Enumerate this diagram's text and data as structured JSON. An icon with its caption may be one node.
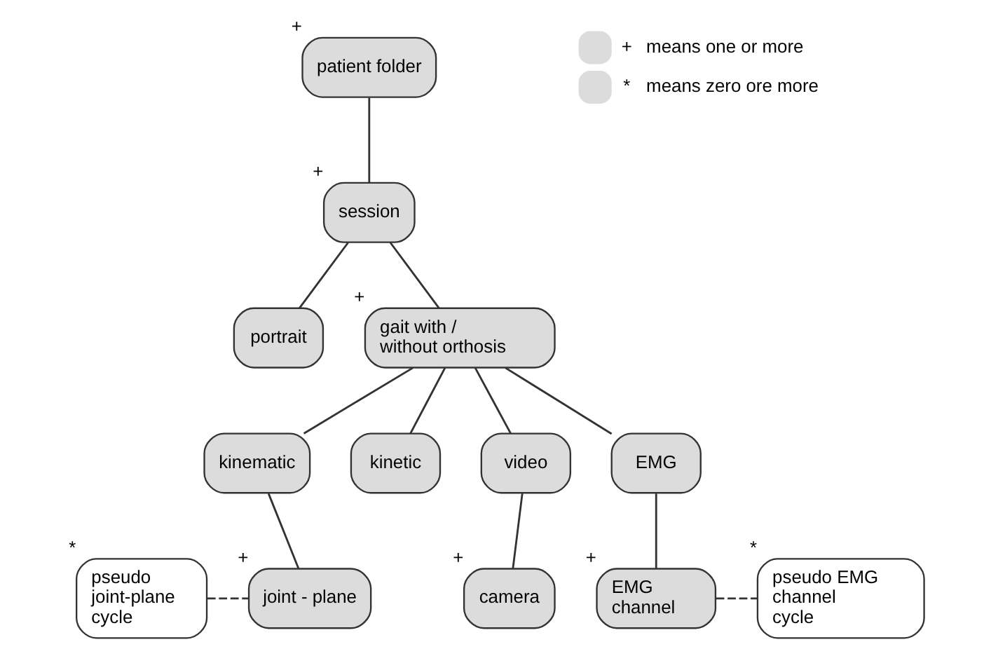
{
  "diagram": {
    "nodes": [
      {
        "text": [
          "patient folder"
        ],
        "beside": [
          "+"
        ]
      },
      {
        "text": [
          "session"
        ],
        "beside": [
          "+"
        ]
      },
      {
        "text": [
          "portrait"
        ]
      },
      {
        "text": [
          "gait with / without orthosis"
        ],
        "beside": [
          "+"
        ]
      },
      {
        "text": [
          "kinematic"
        ]
      },
      {
        "text": [
          "kinetic"
        ]
      },
      {
        "text": [
          "video"
        ]
      },
      {
        "text": [
          "EMG"
        ]
      },
      {
        "text": [
          "pseudo joint-plane cycle"
        ],
        "beside": [
          "*"
        ]
      },
      {
        "text": [
          "joint - plane"
        ],
        "beside": [
          "+"
        ]
      },
      {
        "text": [
          "camera"
        ],
        "beside": [
          "+"
        ]
      },
      {
        "text": [
          "EMG channel"
        ],
        "beside": [
          "+"
        ]
      },
      {
        "text": [
          "pseudo EMG channel cycle"
        ],
        "beside": [
          "*"
        ]
      }
    ],
    "edges": [
      {
        "from": 0,
        "to": 1,
        "arrow": "none"
      },
      {
        "from": 1,
        "to": 2,
        "arrow": "none"
      },
      {
        "from": 1,
        "to": 3,
        "arrow": "none"
      },
      {
        "from": 3,
        "to": 4,
        "arrow": "none"
      },
      {
        "from": 3,
        "to": 5,
        "arrow": "none"
      },
      {
        "from": 3,
        "to": 6,
        "arrow": "none"
      },
      {
        "from": 3,
        "to": 7,
        "arrow": "none"
      },
      {
        "from": 4,
        "to": 9,
        "arrow": "none"
      },
      {
        "from": 6,
        "to": 10,
        "arrow": "none"
      },
      {
        "from": 7,
        "to": 11,
        "arrow": "none"
      },
      {
        "from": 8,
        "to": 9,
        "arrow": "none",
        "style": "dashed"
      },
      {
        "from": 11,
        "to": 12,
        "arrow": "none",
        "style": "dashed"
      }
    ],
    "labels": [
      "+",
      "*"
    ],
    "legend": [
      {
        "text": "means one or more",
        "color": "#dcdcdc"
      },
      {
        "text": "means zero ore more",
        "color": "#dcdcdc"
      }
    ]
  }
}
